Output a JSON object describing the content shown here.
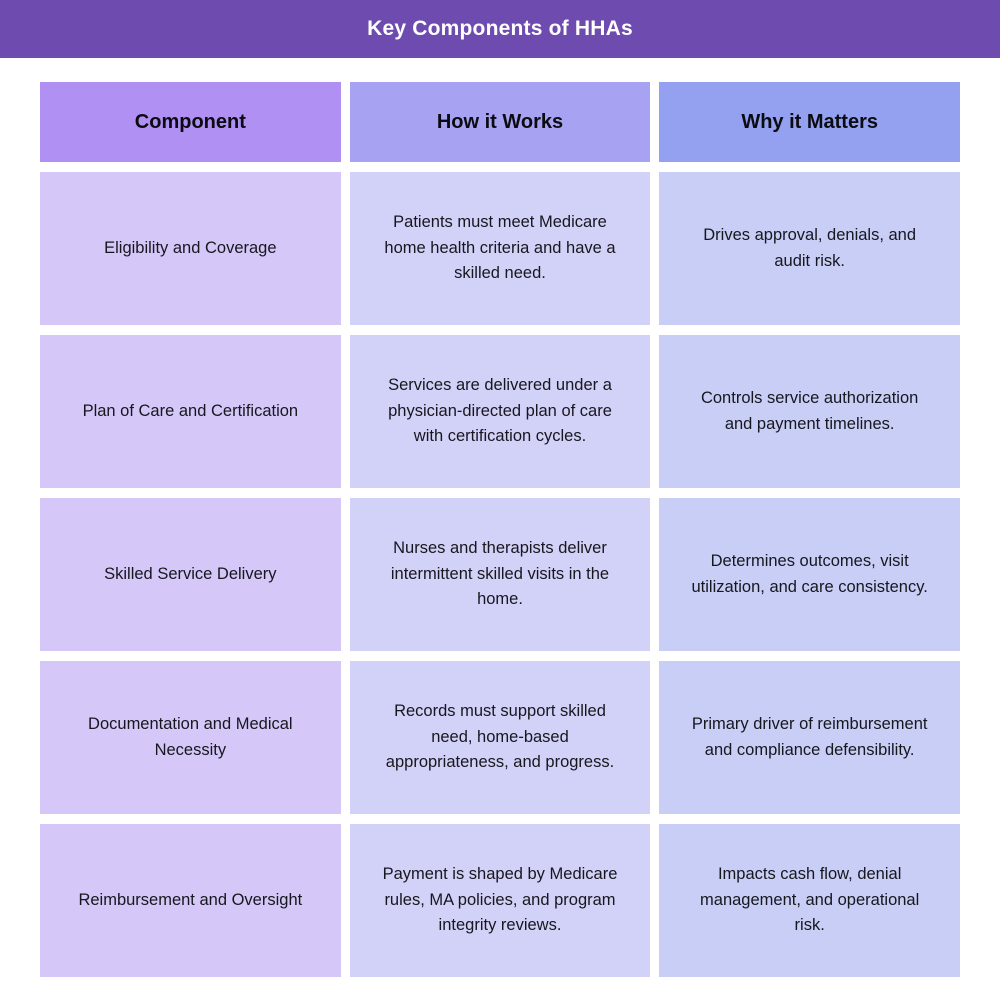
{
  "title_bar": {
    "title": "Key Components of HHAs",
    "bg_color": "#6e4caf",
    "text_color": "#ffffff"
  },
  "table": {
    "columns": [
      {
        "label": "Component",
        "header_bg": "#b190f4",
        "body_bg": "#d5c7f7"
      },
      {
        "label": "How it Works",
        "header_bg": "#a8a2f3",
        "body_bg": "#d2d1f7"
      },
      {
        "label": "Why it Matters",
        "header_bg": "#93a1f0",
        "body_bg": "#c8cef5"
      }
    ],
    "rows": [
      {
        "component": "Eligibility and Coverage",
        "how": "Patients must meet Medicare home health criteria and have a skilled need.",
        "why": "Drives approval, denials, and audit risk."
      },
      {
        "component": "Plan of Care and Certification",
        "how": "Services are delivered under a physician-directed plan of care with certification cycles.",
        "why": "Controls service authorization and payment timelines."
      },
      {
        "component": "Skilled Service Delivery",
        "how": "Nurses and therapists deliver intermittent skilled visits in the home.",
        "why": "Determines outcomes, visit utilization, and care consistency."
      },
      {
        "component": "Documentation and Medical Necessity",
        "how": "Records must support skilled need, home-based appropriateness, and progress.",
        "why": "Primary driver of reimbursement and compliance defensibility."
      },
      {
        "component": "Reimbursement and Oversight",
        "how": "Payment is shaped by Medicare rules, MA policies, and program integrity reviews.",
        "why": "Impacts cash flow, denial management, and operational risk."
      }
    ]
  }
}
